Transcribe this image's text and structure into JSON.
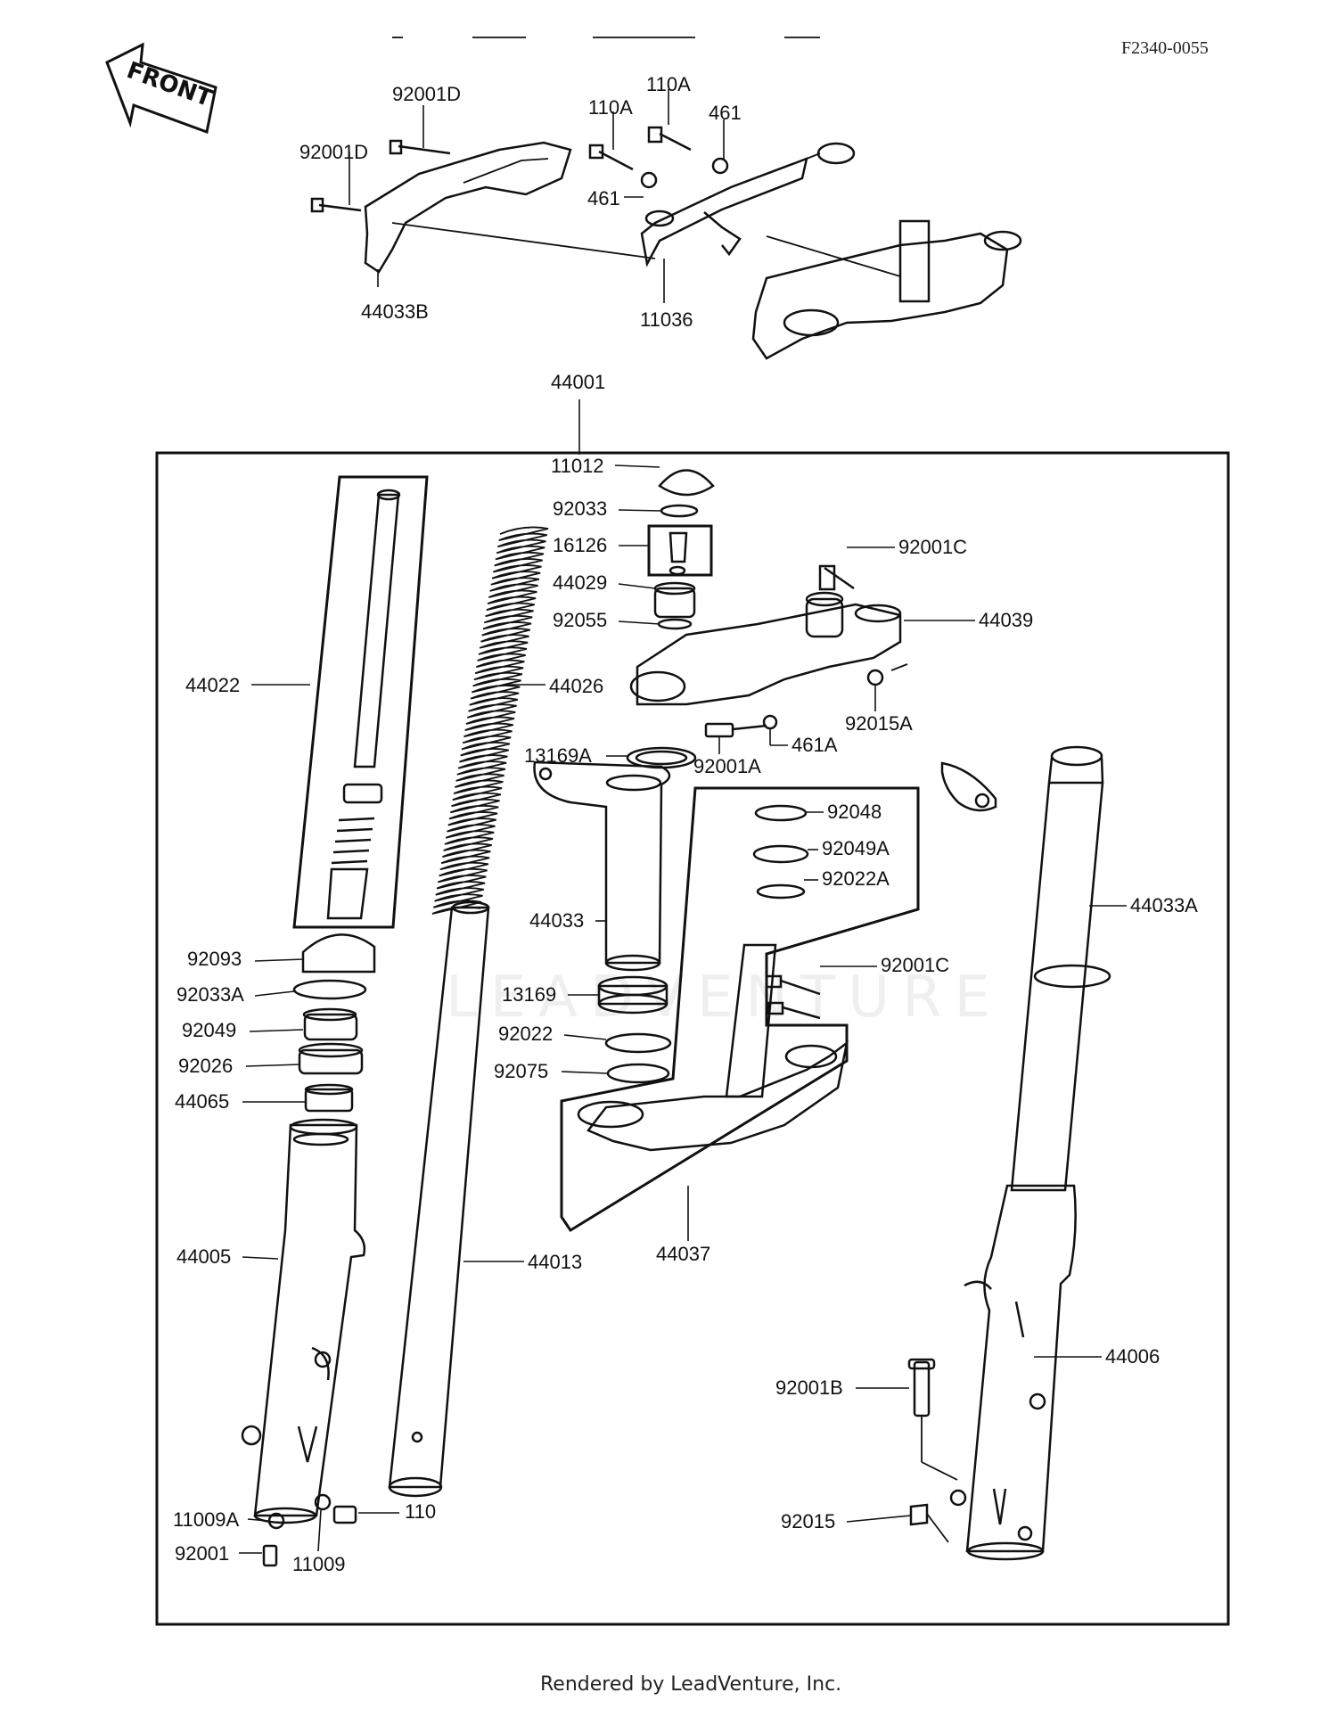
{
  "diagram_code": "F2340-0055",
  "front_label": "FRONT",
  "watermark": "LEADVENTURE",
  "footer": "Rendered by LeadVenture, Inc.",
  "labels": {
    "p92001D_a": "92001D",
    "p92001D_b": "92001D",
    "p110A_a": "110A",
    "p110A_b": "110A",
    "p461_a": "461",
    "p461_b": "461",
    "p44033B": "44033B",
    "p11036": "11036",
    "p44001": "44001",
    "p11012": "11012",
    "p92033": "92033",
    "p16126": "16126",
    "p44029": "44029",
    "p92055": "92055",
    "p92001C_a": "92001C",
    "p44039": "44039",
    "p92015A": "92015A",
    "p461A": "461A",
    "p92001A": "92001A",
    "p13169A": "13169A",
    "p44022": "44022",
    "p44026": "44026",
    "p92048": "92048",
    "p92049A": "92049A",
    "p92022A": "92022A",
    "p44033": "44033",
    "p44033A": "44033A",
    "p92093": "92093",
    "p92033A": "92033A",
    "p92049": "92049",
    "p92026": "92026",
    "p44065": "44065",
    "p13169": "13169",
    "p92022": "92022",
    "p92075": "92075",
    "p92001C_b": "92001C",
    "p44037": "44037",
    "p44005": "44005",
    "p44013": "44013",
    "p44006": "44006",
    "p92001B": "92001B",
    "p92015": "92015",
    "p11009A": "11009A",
    "p92001": "92001",
    "p11009": "11009",
    "p110": "110"
  }
}
